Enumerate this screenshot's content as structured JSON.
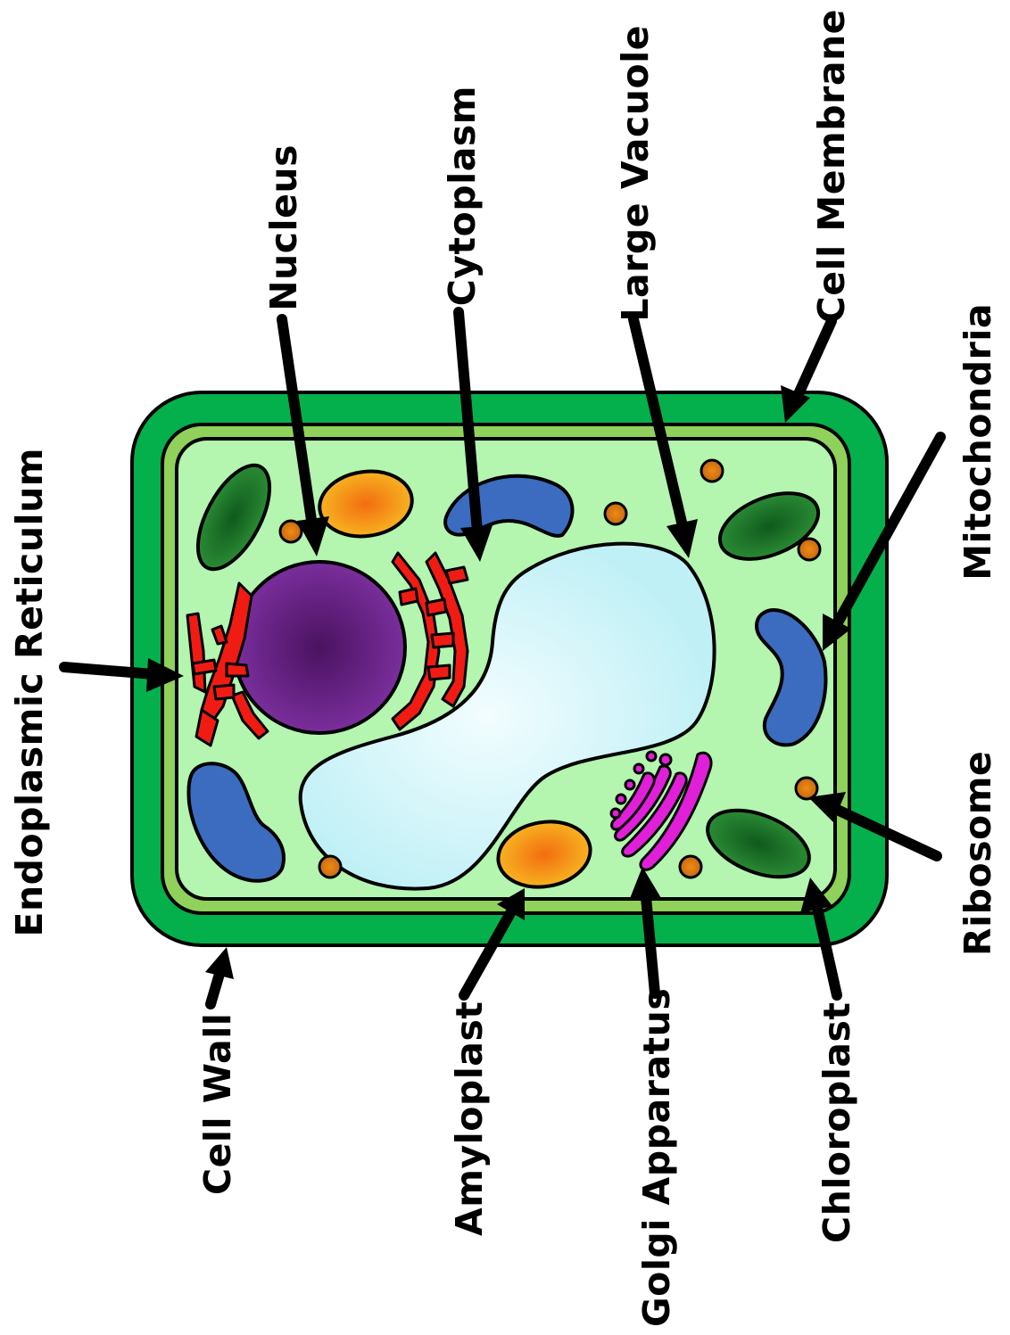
{
  "labels": {
    "endoplasmic_reticulum": "Endoplasmic Reticulum",
    "nucleus": "Nucleus",
    "cytoplasm": "Cytoplasm",
    "large_vacuole": "Large Vacuole",
    "cell_membrane": "Cell Membrane",
    "mitochondria": "Mitochondria",
    "ribosome": "Ribosome",
    "chloroplast": "Chloroplast",
    "golgi_apparatus": "Golgi Apparatus",
    "amyloplast": "Amyloplast",
    "cell_wall": "Cell Wall"
  },
  "colors": {
    "cell_wall": "#04b04b",
    "cell_membrane": "#8fd15a",
    "cytoplasm": "#b4f5b0",
    "vacuole": "#c8f4f8",
    "nucleus": "#6b2a8c",
    "endoplasmic_reticulum": "#f01c14",
    "mitochondria": "#3b6cc0",
    "chloroplast": "#1e7a2a",
    "amyloplast": "#f5a21a",
    "golgi_apparatus": "#e020d8",
    "ribosome": "#d07a18"
  }
}
